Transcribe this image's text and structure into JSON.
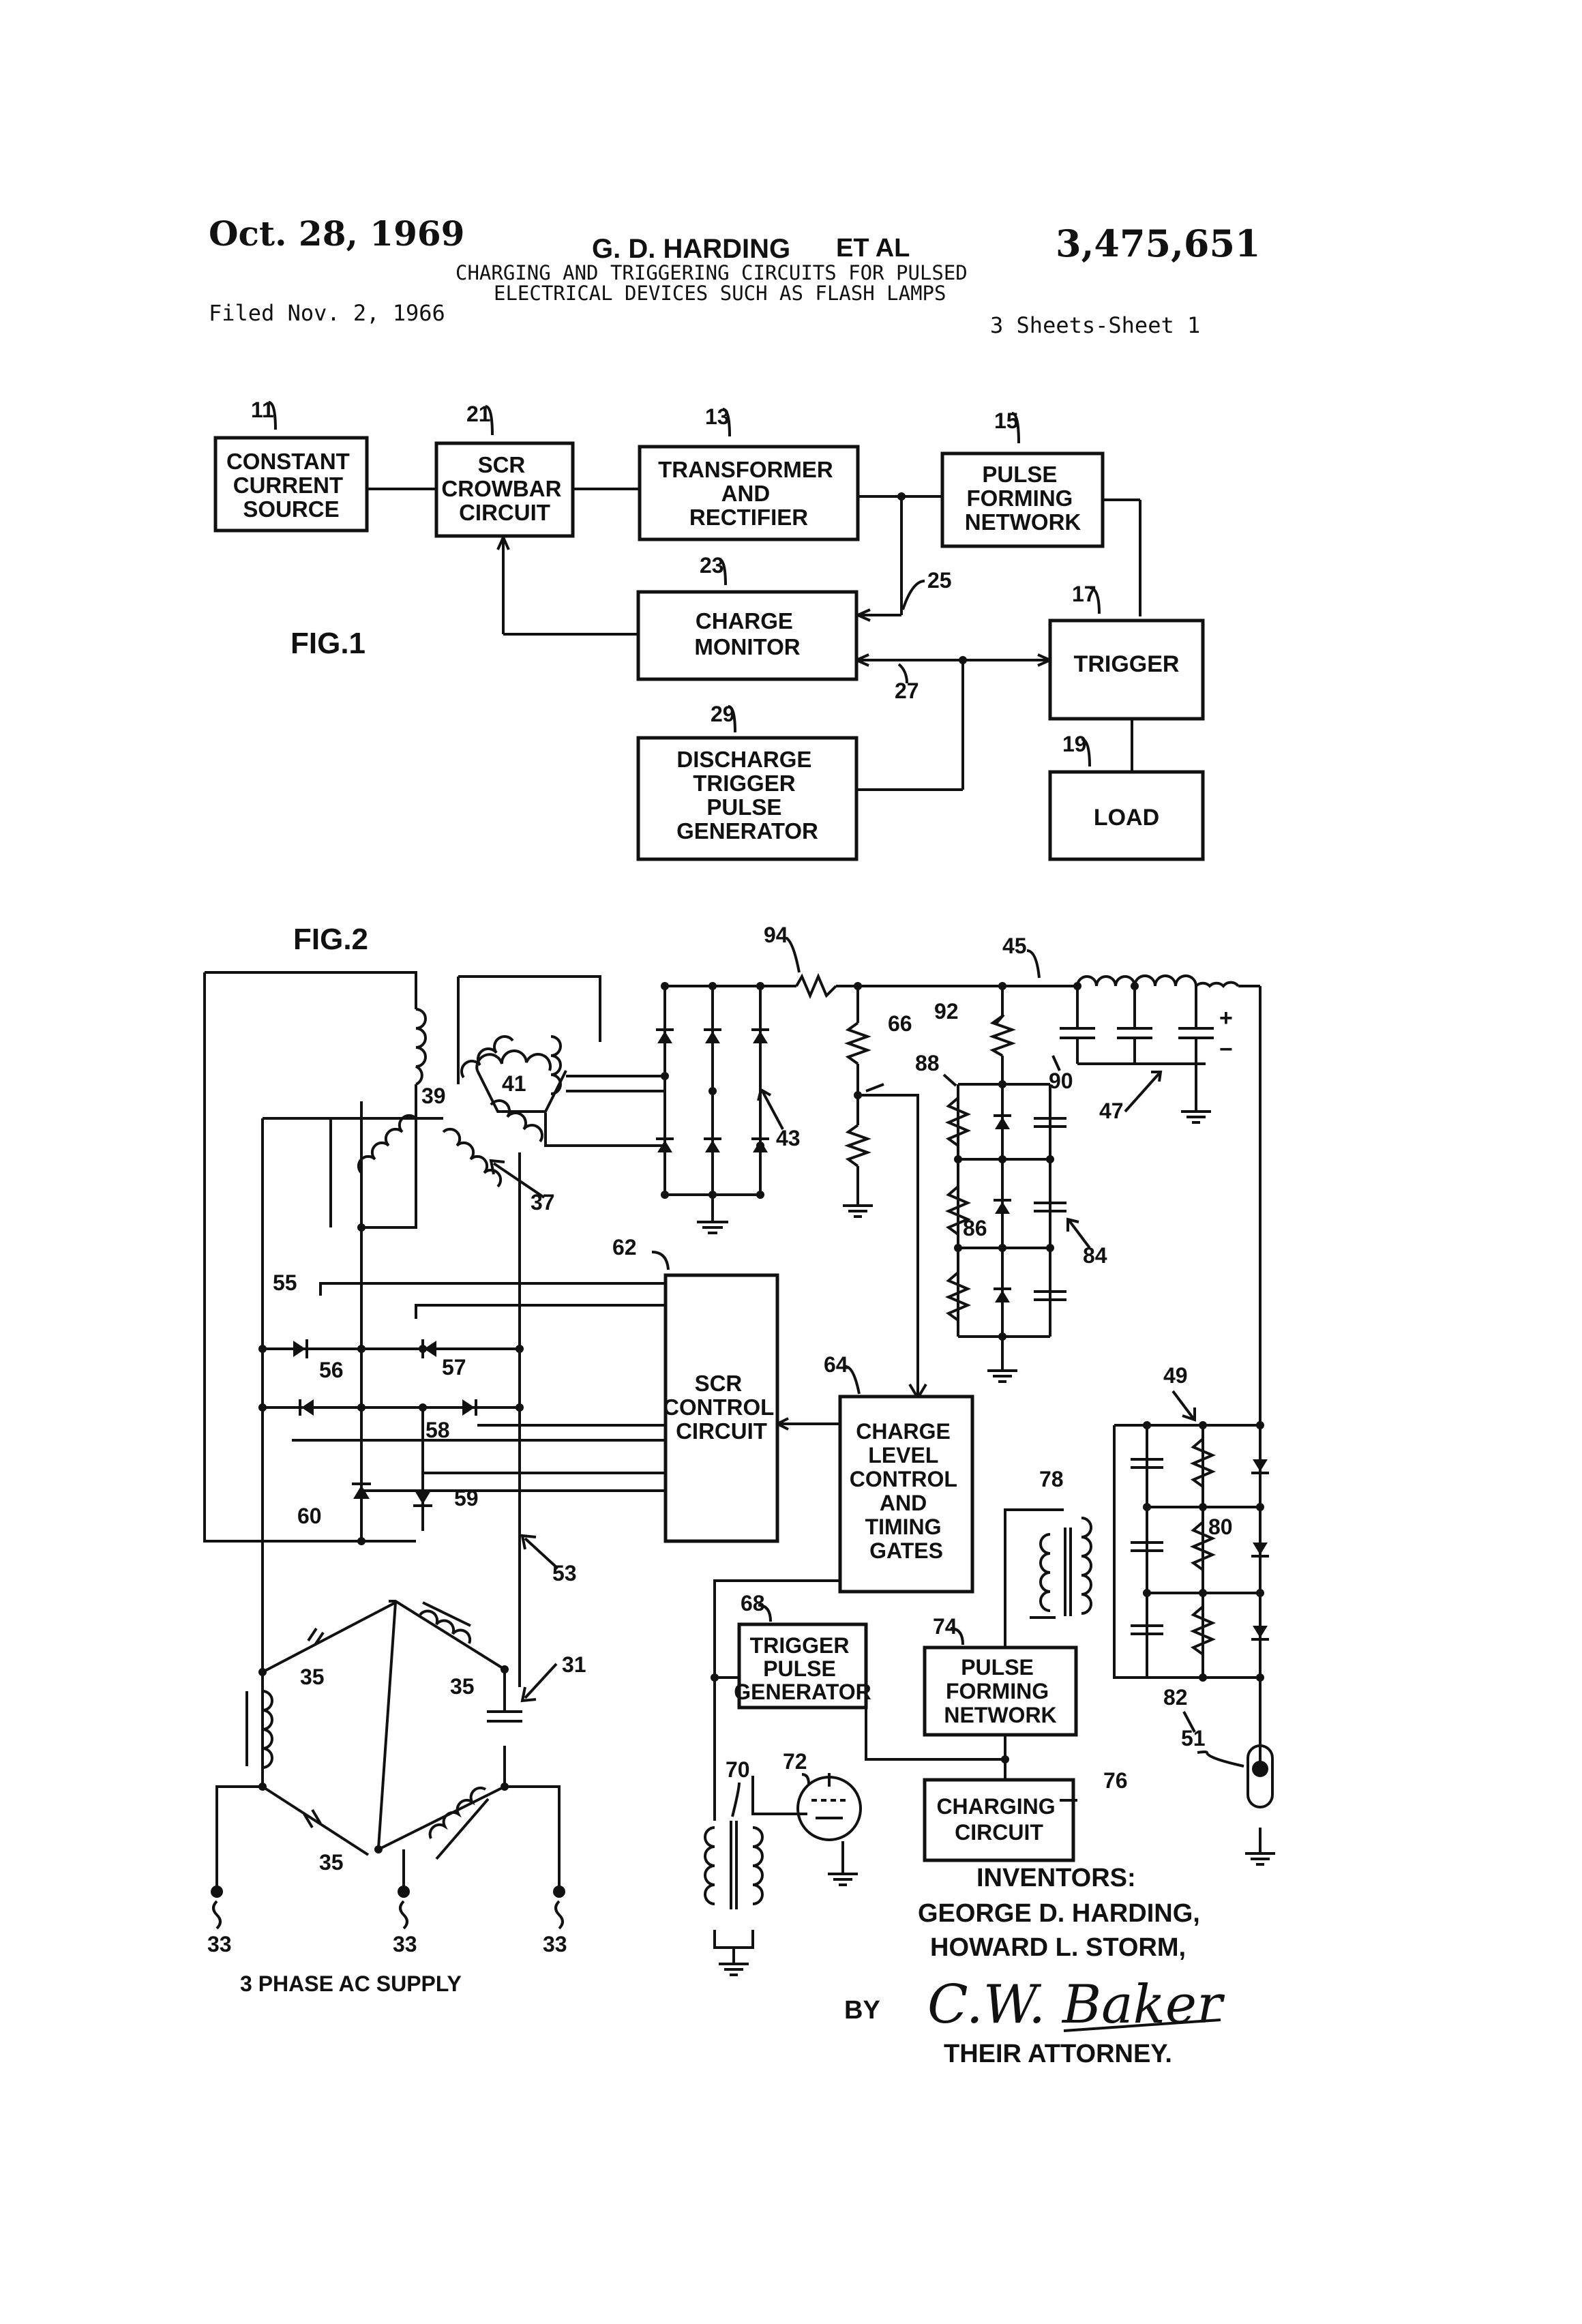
{
  "header": {
    "date": "Oct. 28, 1969",
    "inventor": "G. D. HARDING",
    "etal": "ET AL",
    "patent_number": "3,475,651",
    "title_line1": "CHARGING AND TRIGGERING CIRCUITS FOR PULSED",
    "title_line2": "ELECTRICAL DEVICES SUCH AS FLASH LAMPS",
    "filed": "Filed Nov. 2, 1966",
    "sheets": "3 Sheets-Sheet 1"
  },
  "fig1": {
    "label": "FIG.1",
    "blocks": {
      "constant_current": [
        "CONSTANT",
        "CURRENT",
        "SOURCE"
      ],
      "scr_crowbar": [
        "SCR",
        "CROWBAR",
        "CIRCUIT"
      ],
      "transformer": [
        "TRANSFORMER",
        "AND",
        "RECTIFIER"
      ],
      "pfn": [
        "PULSE",
        "FORMING",
        "NETWORK"
      ],
      "charge_monitor": [
        "CHARGE",
        "MONITOR"
      ],
      "trigger": [
        "TRIGGER"
      ],
      "discharge": [
        "DISCHARGE",
        "TRIGGER",
        "PULSE",
        "GENERATOR"
      ],
      "load": [
        "LOAD"
      ]
    },
    "refs": [
      "11",
      "21",
      "13",
      "15",
      "23",
      "25",
      "17",
      "27",
      "29",
      "19"
    ]
  },
  "fig2": {
    "label": "FIG.2",
    "blocks": {
      "scr_control": [
        "SCR",
        "CONTROL",
        "CIRCUIT"
      ],
      "charge_level": [
        "CHARGE",
        "LEVEL",
        "CONTROL",
        "AND",
        "TIMING",
        "GATES"
      ],
      "trigger_pulse": [
        "TRIGGER",
        "PULSE",
        "GENERATOR"
      ],
      "pfn": [
        "PULSE",
        "FORMING",
        "NETWORK"
      ],
      "charging": [
        "CHARGING",
        "CIRCUIT"
      ]
    },
    "refs": [
      "94",
      "45",
      "66",
      "92",
      "88",
      "90",
      "47",
      "43",
      "41",
      "39",
      "37",
      "62",
      "84",
      "86",
      "55",
      "57",
      "56",
      "58",
      "64",
      "49",
      "78",
      "80",
      "60",
      "59",
      "53",
      "68",
      "74",
      "82",
      "31",
      "35",
      "51",
      "70",
      "72",
      "76",
      "33"
    ],
    "supply_label": "3 PHASE AC SUPPLY"
  },
  "inventors": {
    "heading": "INVENTORS:",
    "names": [
      "GEORGE D. HARDING,",
      "HOWARD L. STORM,"
    ],
    "by": "BY",
    "signature": "C.W. Baker",
    "attorney": "THEIR ATTORNEY."
  }
}
